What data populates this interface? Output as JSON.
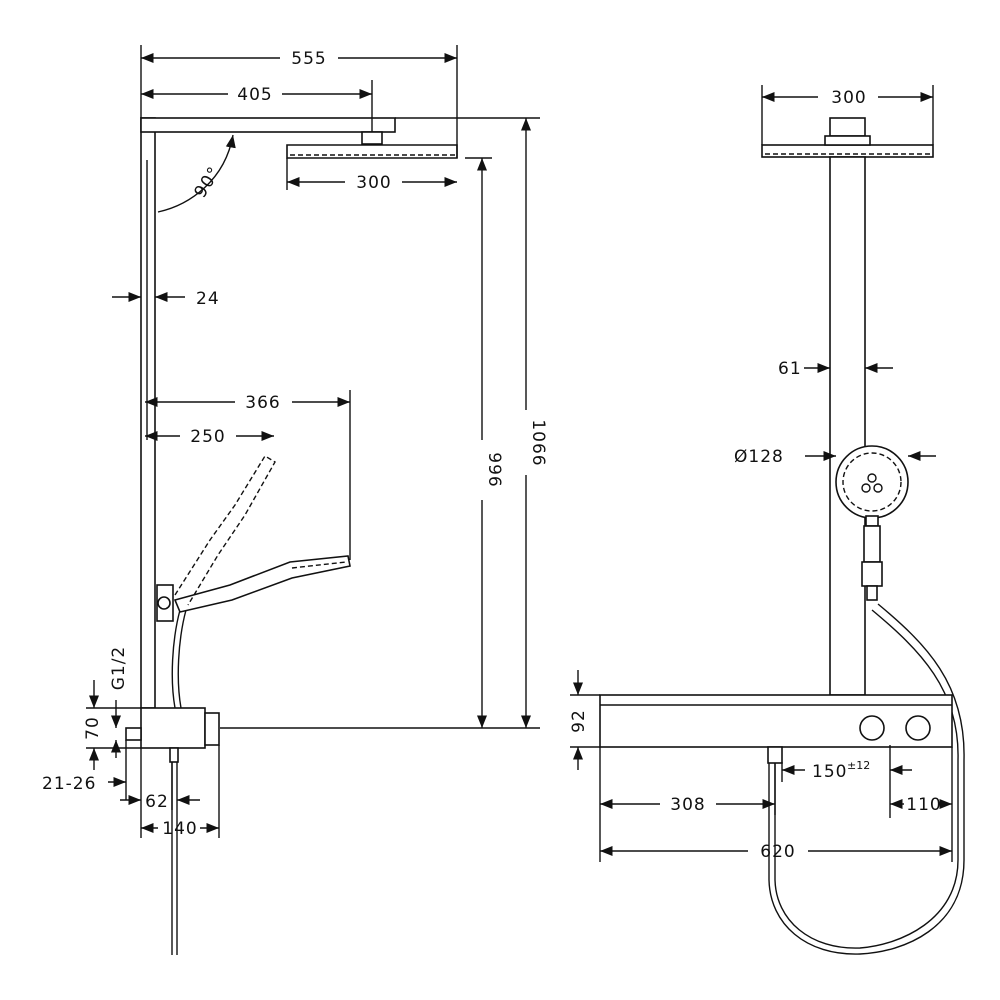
{
  "dimensions": {
    "d555": "555",
    "d405": "405",
    "d300_side": "300",
    "d90deg": "90°",
    "d24": "24",
    "d366": "366",
    "d250": "250",
    "d996": "996",
    "d1066": "1066",
    "g12": "G1/2",
    "d70": "70",
    "d2126": "21-26",
    "d62": "62",
    "d140": "140",
    "d300_front": "300",
    "d61": "61",
    "d128": "Ø128",
    "d92": "92",
    "d150": "150",
    "d150_tol": "±12",
    "d308": "308",
    "d110": "110",
    "d620": "620"
  },
  "colors": {
    "ink": "#111111",
    "paper": "#ffffff"
  }
}
